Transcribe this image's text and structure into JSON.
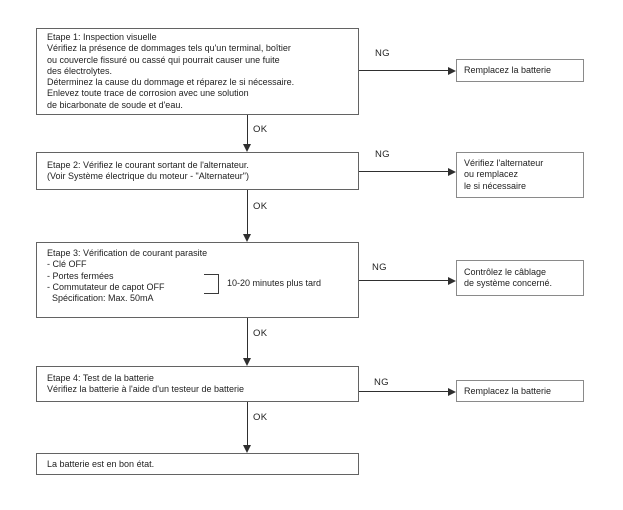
{
  "labels": {
    "ng": "NG",
    "ok": "OK"
  },
  "steps": [
    {
      "text": "Etape 1: Inspection visuelle\nVérifiez la présence de dommages tels qu'un terminal, boîtier\nou couvercle fissuré ou cassé qui pourrait causer une fuite\ndes électrolytes.\nDéterminez la cause du dommage et réparez le si nécessaire.\nEnlevez toute trace de corrosion avec une solution\nde bicarbonate de soude et d'eau.",
      "action": "Remplacez la batterie"
    },
    {
      "text": "Etape 2: Vérifiez le courant sortant de l'alternateur.\n(Voir Système électrique du moteur - \"Alternateur\")",
      "action": "Vérifiez l'alternateur\nou remplacez\nle si nécessaire"
    },
    {
      "text": "Etape 3: Vérification de courant parasite\n- Clé OFF\n- Portes fermées\n- Commutateur de capot OFF\n  Spécification: Max. 50mA",
      "note": "10-20 minutes plus tard",
      "action": "Contrôlez le câblage\nde système concerné."
    },
    {
      "text": "Etape 4: Test de la batterie\nVérifiez la batterie à l'aide d'un testeur de batterie",
      "action": "Remplacez la batterie"
    }
  ],
  "result": {
    "text": "La batterie est en bon état."
  }
}
